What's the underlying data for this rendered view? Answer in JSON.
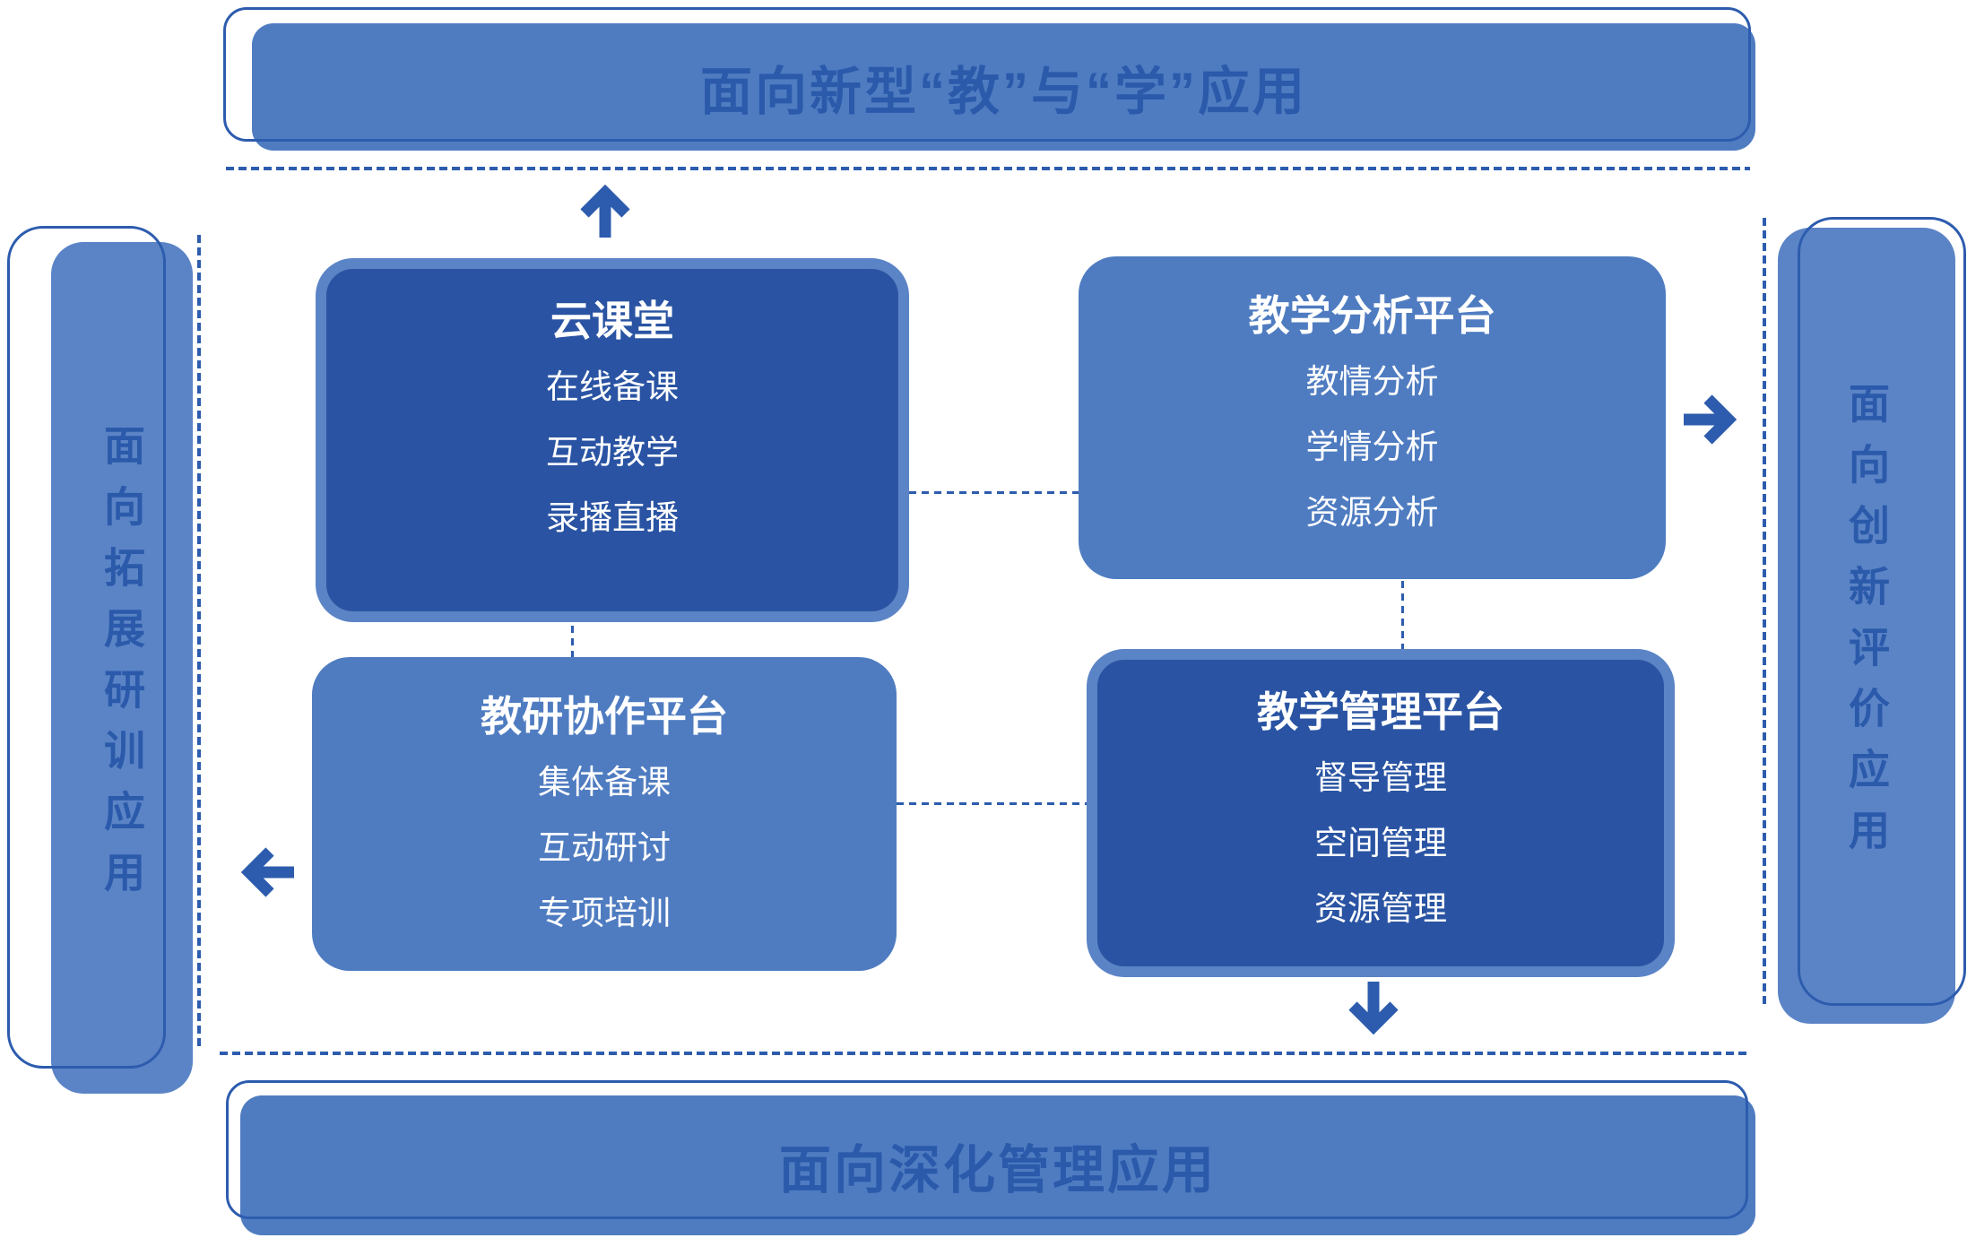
{
  "banners": {
    "top": "面向新型“教”与“学”应用",
    "bottom": "面向深化管理应用",
    "left": "面向拓展研训应用",
    "right": "面向创新评价应用"
  },
  "boxes": [
    {
      "title": "云课堂",
      "items": [
        "在线备课",
        "互动教学",
        "录播直播"
      ],
      "variant": "dark"
    },
    {
      "title": "教学分析平台",
      "items": [
        "教情分析",
        "学情分析",
        "资源分析"
      ],
      "variant": "medium"
    },
    {
      "title": "教研协作平台",
      "items": [
        "集体备课",
        "互动研讨",
        "专项培训"
      ],
      "variant": "medium"
    },
    {
      "title": "教学管理平台",
      "items": [
        "督导管理",
        "空间管理",
        "资源管理"
      ],
      "variant": "dark"
    }
  ],
  "icons": {
    "up": "up-arrow",
    "right": "right-arrow",
    "left": "left-arrow",
    "down": "down-arrow"
  },
  "colors": {
    "dark_box_fill": "#2a54a3",
    "medium_fill": "#4f7cc1",
    "light_fill": "#5b84c6",
    "outline_stroke": "#2d5cae",
    "banner_text": "#2b5aab",
    "box_text": "#ffffff"
  }
}
